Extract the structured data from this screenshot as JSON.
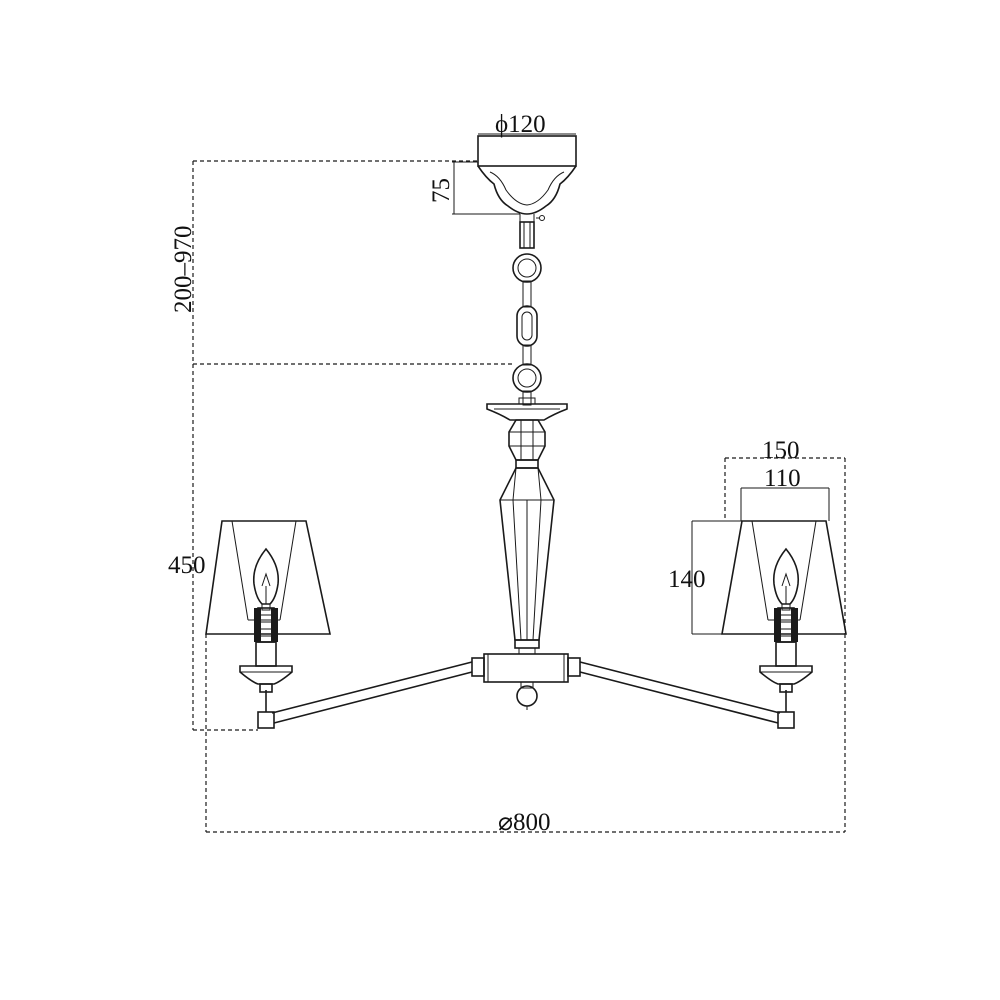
{
  "dimensions": {
    "canopy_diameter": "ϕ120",
    "canopy_height": "75",
    "suspension_range": "200–970",
    "total_height": "450",
    "shade_outer_width": "150",
    "shade_inner_width": "110",
    "shade_height": "140",
    "overall_diameter": "⌀800"
  },
  "colors": {
    "line": "#1a1a1a",
    "background": "#ffffff"
  }
}
